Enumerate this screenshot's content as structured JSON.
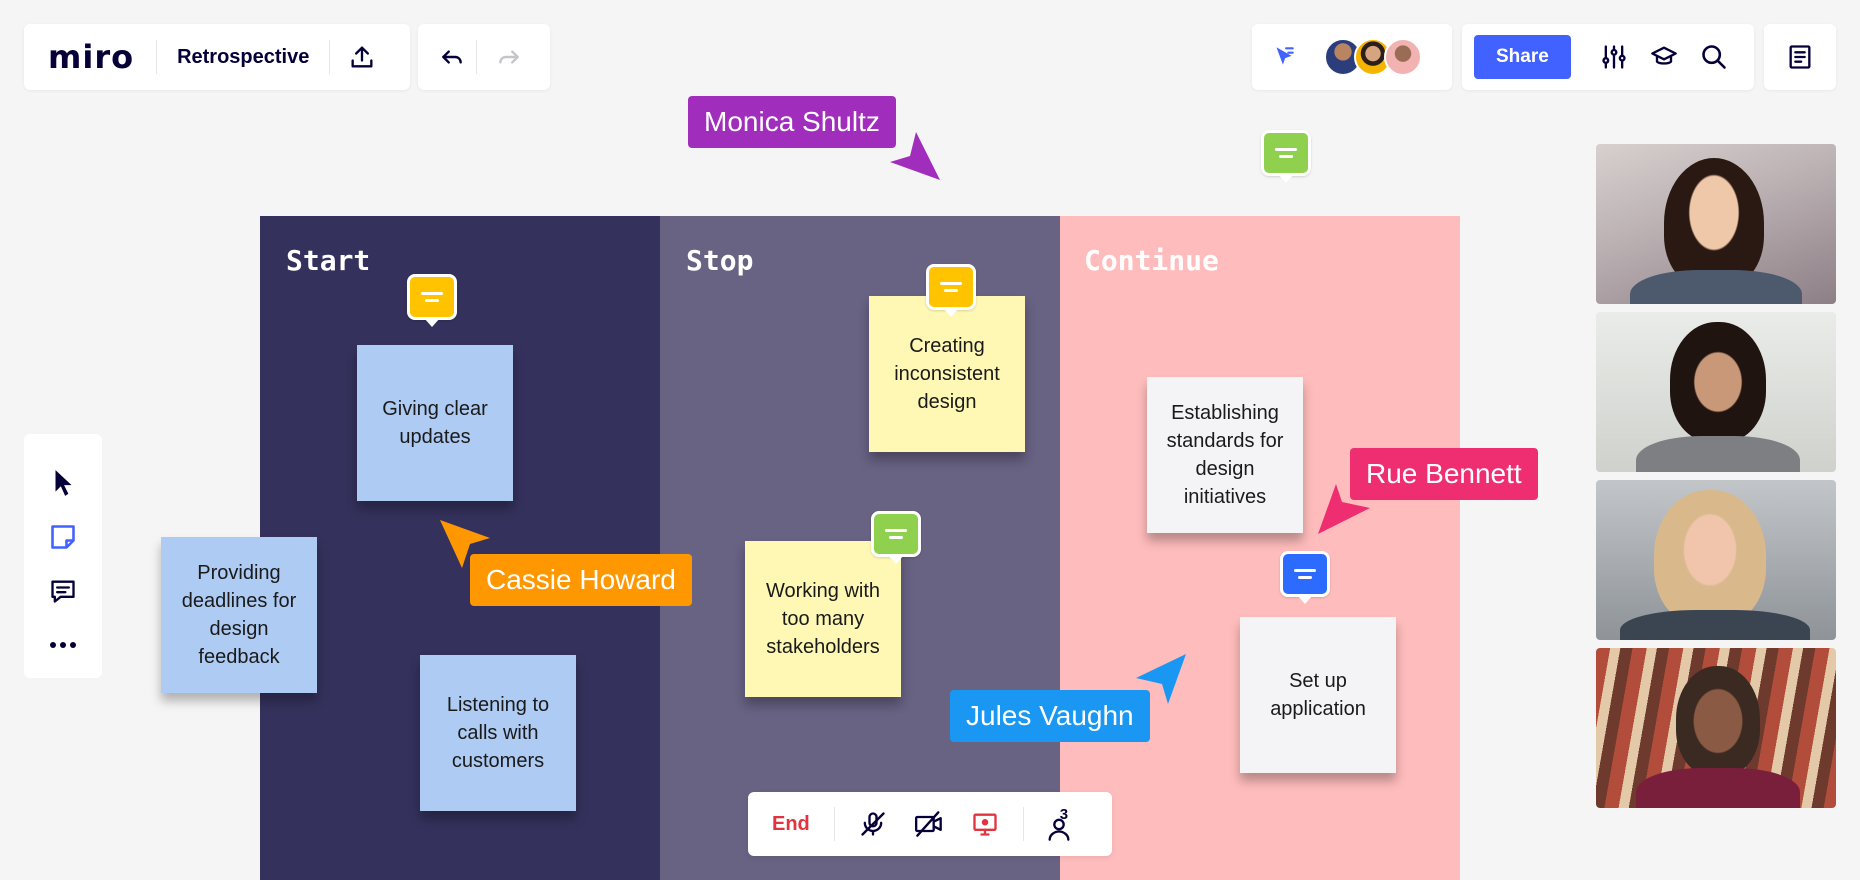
{
  "toolbar": {
    "logo": "miro",
    "board_name": "Retrospective",
    "share_label": "Share"
  },
  "board": {
    "columns": [
      {
        "title": "Start",
        "color": "#34315c"
      },
      {
        "title": "Stop",
        "color": "#686283"
      },
      {
        "title": "Continue",
        "color": "#ffbcbc"
      }
    ],
    "stickies": {
      "giving_clear_updates": "Giving clear updates",
      "providing_deadlines": "Providing deadlines for design feedback",
      "listening_to_calls": "Listening to calls with customers",
      "creating_inconsistent": "Creating inconsistent design",
      "working_with_stakeholders": "Working with too many stakeholders",
      "establishing_standards": "Establishing standards for design initiatives",
      "set_up_application": "Set up application"
    }
  },
  "cursors": {
    "monica": {
      "name": "Monica Shultz",
      "color": "#a12dbd"
    },
    "cassie": {
      "name": "Cassie Howard",
      "color": "#ff9700"
    },
    "rue": {
      "name": "Rue Bennett",
      "color": "#ef2e71"
    },
    "jules": {
      "name": "Jules Vaughn",
      "color": "#1a97f3"
    }
  },
  "call": {
    "end_label": "End",
    "participant_count": "3"
  },
  "colors": {
    "accent": "#4262ff",
    "comment_yellow": "#ffc300",
    "comment_green": "#8fd14f",
    "comment_blue": "#2d6bff"
  }
}
